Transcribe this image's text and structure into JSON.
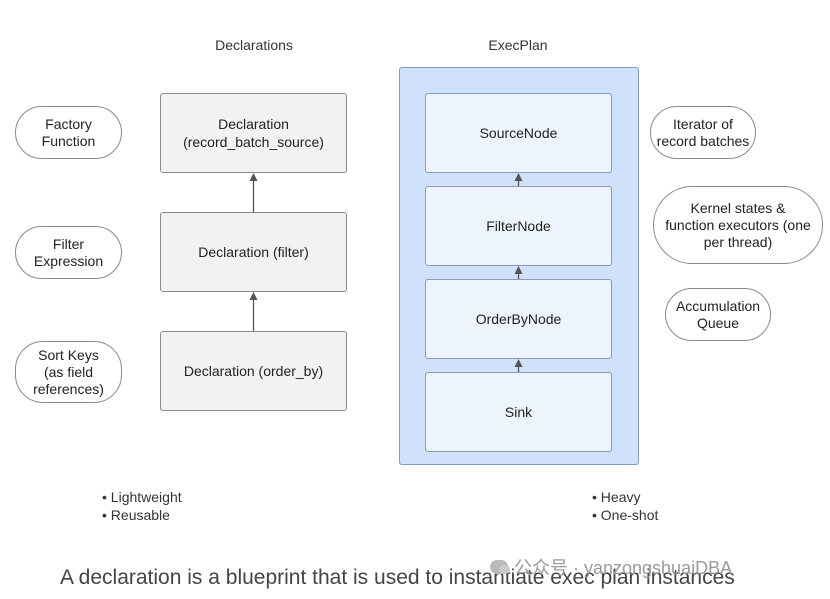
{
  "headings": {
    "declarations": "Declarations",
    "execplan": "ExecPlan"
  },
  "declarations": [
    "Declaration\n(record_batch_source)",
    "Declaration (filter)",
    "Declaration (order_by)"
  ],
  "left_labels": [
    "Factory\nFunction",
    "Filter\nExpression",
    "Sort Keys\n(as field\nreferences)"
  ],
  "exec_nodes": [
    "SourceNode",
    "FilterNode",
    "OrderByNode",
    "Sink"
  ],
  "right_labels": [
    "Iterator of\nrecord batches",
    "Kernel states &\nfunction executors (one\nper thread)",
    "Accumulation\nQueue"
  ],
  "left_bullets": [
    "Lightweight",
    "Reusable"
  ],
  "right_bullets": [
    "Heavy",
    "One-shot"
  ],
  "caption": "A declaration is a blueprint that is used to instantiate exec plan instances",
  "watermark": "公众号 · yanzongshuaiDBA",
  "colors": {
    "plan_background": "#cfe1fb",
    "node_fill": "#eef4fd",
    "declaration_fill": "#f2f2f4",
    "arrow": "#555555"
  }
}
